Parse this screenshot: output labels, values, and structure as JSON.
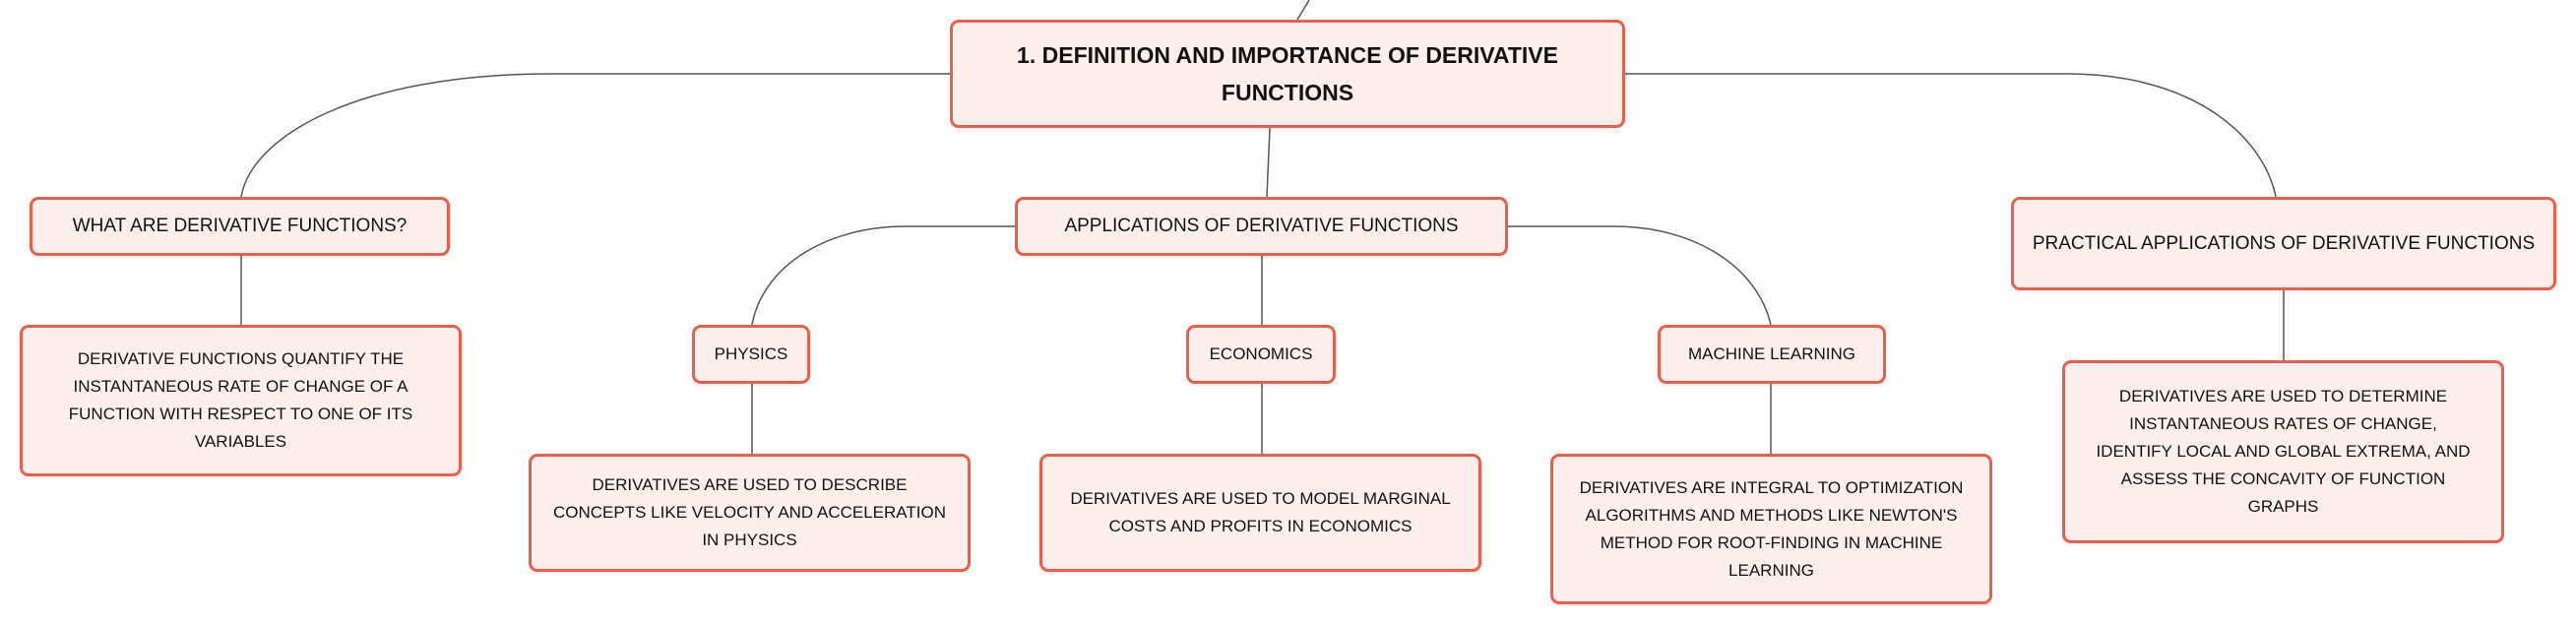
{
  "root": {
    "title": "1. DEFINITION AND IMPORTANCE OF DERIVATIVE FUNCTIONS"
  },
  "branches": [
    {
      "label": "WHAT ARE DERIVATIVE FUNCTIONS?",
      "detail": "DERIVATIVE FUNCTIONS QUANTIFY THE INSTANTANEOUS RATE OF CHANGE OF A FUNCTION WITH RESPECT TO ONE OF ITS VARIABLES"
    },
    {
      "label": "APPLICATIONS OF DERIVATIVE FUNCTIONS",
      "children": [
        {
          "label": "PHYSICS",
          "detail": "DERIVATIVES ARE USED TO DESCRIBE CONCEPTS LIKE VELOCITY AND ACCELERATION IN PHYSICS"
        },
        {
          "label": "ECONOMICS",
          "detail": "DERIVATIVES ARE USED TO MODEL MARGINAL COSTS AND PROFITS IN ECONOMICS"
        },
        {
          "label": "MACHINE LEARNING",
          "detail": "DERIVATIVES ARE INTEGRAL TO OPTIMIZATION ALGORITHMS AND METHODS LIKE NEWTON'S METHOD FOR ROOT-FINDING IN MACHINE LEARNING"
        }
      ]
    },
    {
      "label": "PRACTICAL APPLICATIONS OF DERIVATIVE FUNCTIONS",
      "detail": "DERIVATIVES ARE USED TO DETERMINE INSTANTANEOUS RATES OF CHANGE, IDENTIFY LOCAL AND GLOBAL EXTREMA, AND ASSESS THE CONCAVITY OF FUNCTION GRAPHS"
    }
  ],
  "colors": {
    "border": "#e8604c",
    "fill": "#fdf0ec",
    "line": "#555555"
  }
}
